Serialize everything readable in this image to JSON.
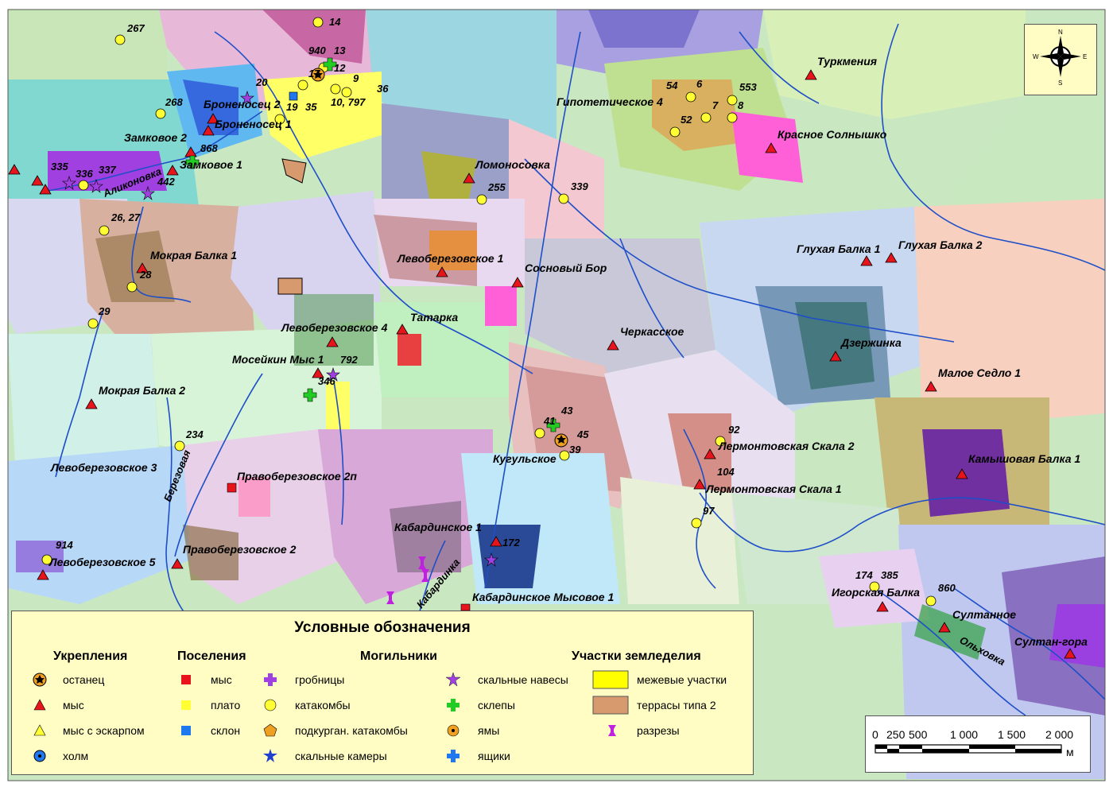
{
  "map": {
    "settlements": [
      {
        "name": "Туркмения"
      },
      {
        "name": "Гипотетическое 4"
      },
      {
        "name": "Красное Солнышко"
      },
      {
        "name": "Ломоносовка"
      },
      {
        "name": "Левоберезовское 1"
      },
      {
        "name": "Сосновый Бор"
      },
      {
        "name": "Глухая Балка 1"
      },
      {
        "name": "Глухая Балка 2"
      },
      {
        "name": "Броненосец 2"
      },
      {
        "name": "Броненосец 1"
      },
      {
        "name": "Замковое 2"
      },
      {
        "name": "Замковое 1"
      },
      {
        "name": "Мокрая Балка 1"
      },
      {
        "name": "Мокрая Балка 2"
      },
      {
        "name": "Левоберезовское 4"
      },
      {
        "name": "Татарка"
      },
      {
        "name": "Черкасское"
      },
      {
        "name": "Дзержинка"
      },
      {
        "name": "Малое Седло 1"
      },
      {
        "name": "Мосейкин Мыс 1"
      },
      {
        "name": "Кугульское"
      },
      {
        "name": "Лермонтовская Скала 2"
      },
      {
        "name": "Лермонтовская Скала 1"
      },
      {
        "name": "Камышовая Балка 1"
      },
      {
        "name": "Левоберезовское 3"
      },
      {
        "name": "Правоберезовское 2п"
      },
      {
        "name": "Кабардинское 1"
      },
      {
        "name": "Кабардинское Мысовое 1"
      },
      {
        "name": "Правоберезовское 2"
      },
      {
        "name": "Левоберезовское 5"
      },
      {
        "name": "Игорская Балка"
      },
      {
        "name": "Султанное"
      },
      {
        "name": "Султан-гора"
      }
    ],
    "rivers": [
      {
        "name": "Аликоновка"
      },
      {
        "name": "Березовая"
      },
      {
        "name": "Кабардинка"
      },
      {
        "name": "Ольховка"
      }
    ],
    "numbers": [
      "267",
      "14",
      "940",
      "13",
      "12",
      "17",
      "9",
      "20",
      "19",
      "35",
      "10, 797",
      "36",
      "268",
      "868",
      "335",
      "336",
      "337",
      "442",
      "26, 27",
      "28",
      "29",
      "255",
      "339",
      "54",
      "6",
      "553",
      "7",
      "8",
      "52",
      "792",
      "346",
      "234",
      "41",
      "43",
      "45",
      "39",
      "92",
      "104",
      "97",
      "172",
      "914",
      "174",
      "385",
      "860"
    ]
  },
  "legend": {
    "title": "Условные обозначения",
    "groups": [
      {
        "heading": "Укрепления",
        "items": [
          "останец",
          "мыс",
          "мыс с эскарпом",
          "холм"
        ]
      },
      {
        "heading": "Поселения",
        "items": [
          "мыс",
          "плато",
          "склон"
        ]
      },
      {
        "heading": "Могильники",
        "items": [
          "гробницы",
          "катакомбы",
          "подкурган. катакомбы",
          "скальные камеры",
          "скальные навесы",
          "склепы",
          "ямы",
          "ящики"
        ]
      },
      {
        "heading": "Участки земледелия",
        "items": [
          "межевые участки",
          "террасы типа 2",
          "разрезы"
        ]
      }
    ]
  },
  "scale_bar": {
    "ticks": [
      "0",
      "250",
      "500",
      "1 000",
      "1 500",
      "2 000"
    ],
    "unit": "м"
  },
  "north_arrow": {
    "n": "N",
    "s": "S",
    "e": "E",
    "w": "W"
  },
  "colors": {
    "fortress_red": "#e8141c",
    "catacomb_yellow": "#ffff33",
    "slope_blue": "#1f78f0",
    "tomb_purple": "#a040e0",
    "crypt_green": "#22cc22",
    "terrace_brown": "#d69a6e",
    "river_blue": "#1e4fc8",
    "legend_bg": "#fffdc4"
  }
}
